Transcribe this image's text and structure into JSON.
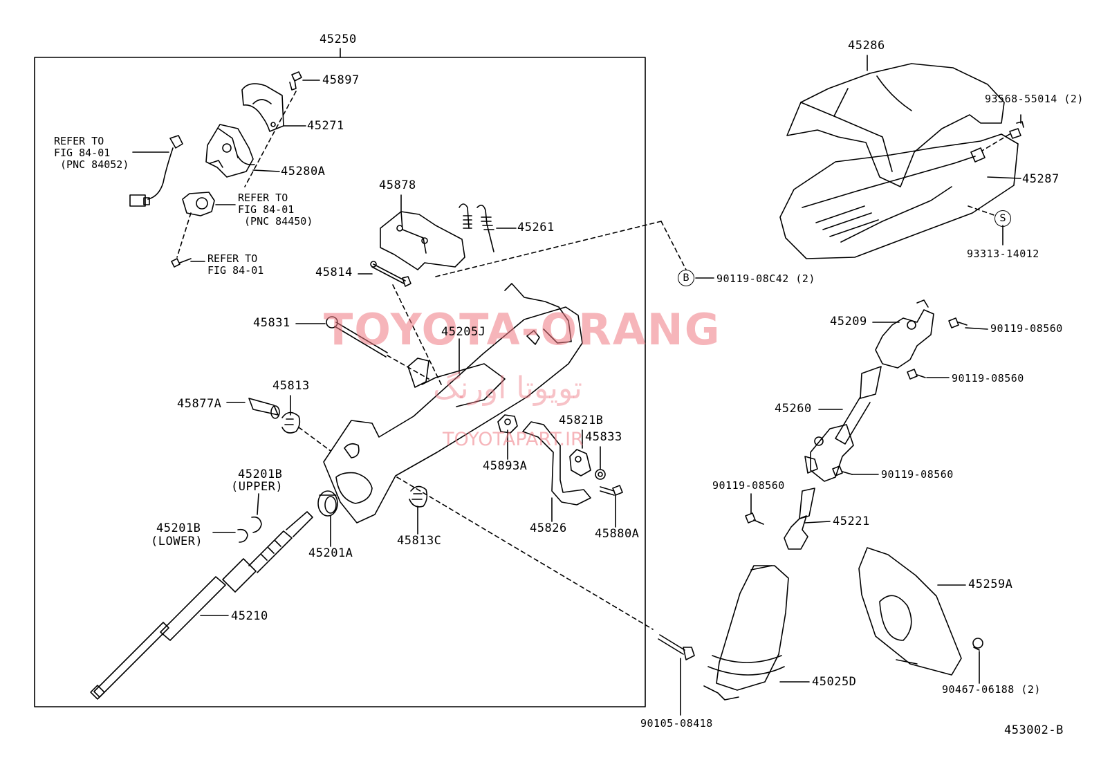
{
  "diagram": {
    "figure_code": "453002-B",
    "frame_label": "45250",
    "watermark": {
      "main": "TOYOTA-ORANG",
      "persian": "تویوتا اورنگ",
      "site": "TOYOTAPART.IR"
    },
    "symbols": {
      "b": "B",
      "s": "S"
    },
    "references": {
      "ref1": "REFER TO\nFIG 84-01\n (PNC 84052)",
      "ref2": "REFER TO\nFIG 84-01\n (PNC 84450)",
      "ref3": "REFER TO\nFIG 84-01"
    },
    "parts": {
      "p45897": "45897",
      "p45271": "45271",
      "p45280A": "45280A",
      "p45878": "45878",
      "p45261": "45261",
      "p45814": "45814",
      "p45831": "45831",
      "p45205J": "45205J",
      "p45813": "45813",
      "p45877A": "45877A",
      "p45821B": "45821B",
      "p45833": "45833",
      "p45893A": "45893A",
      "p45201B_upper": "45201B",
      "p45201B_upper_note": "(UPPER)",
      "p45201B_lower": "45201B",
      "p45201B_lower_note": "(LOWER)",
      "p45201A": "45201A",
      "p45813C": "45813C",
      "p45826": "45826",
      "p45880A": "45880A",
      "p45210": "45210",
      "p45286": "45286",
      "p93568": "93568-55014 (2)",
      "p45287": "45287",
      "p93313": "93313-14012",
      "p90119_08C42": "90119-08C42 (2)",
      "p45209": "45209",
      "p90119_a": "90119-08560",
      "p90119_b": "90119-08560",
      "p45260": "45260",
      "p90119_c": "90119-08560",
      "p90119_d": "90119-08560",
      "p45221": "45221",
      "p45259A": "45259A",
      "p45025D": "45025D",
      "p90467": "90467-06188 (2)",
      "p90105": "90105-08418"
    }
  }
}
